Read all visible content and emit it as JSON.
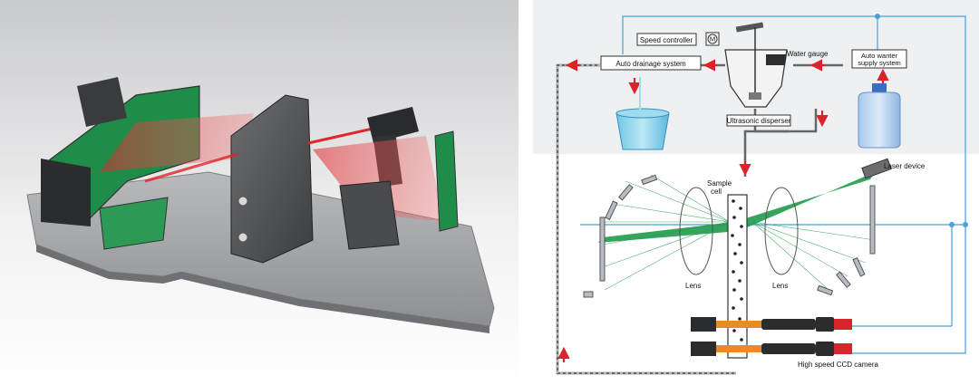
{
  "diagram": {
    "labels": {
      "speed_controller": "Speed controller",
      "auto_drainage": "Auto drainage system",
      "water_gauge": "Water gauge",
      "auto_water_supply_line1": "Auto wanter",
      "auto_water_supply_line2": "supply system",
      "ultrasonic_disperser": "Ultrasonic disperser",
      "laser_device": "Laser device",
      "sample_cell_line1": "Sample",
      "sample_cell_line2": "cell",
      "lens_left": "Lens",
      "lens_right": "Lens",
      "ccd_camera": "High speed CCD camera",
      "motor_symbol": "M"
    },
    "colors": {
      "laser_red": "#e0262b",
      "laser_green": "#1f9b4b",
      "pipe": "#555555",
      "signal_wire": "#4a9fd6",
      "panel_bg": "#eef0f2",
      "arrow_red": "#d8242a",
      "camera_orange": "#e98a27"
    }
  }
}
